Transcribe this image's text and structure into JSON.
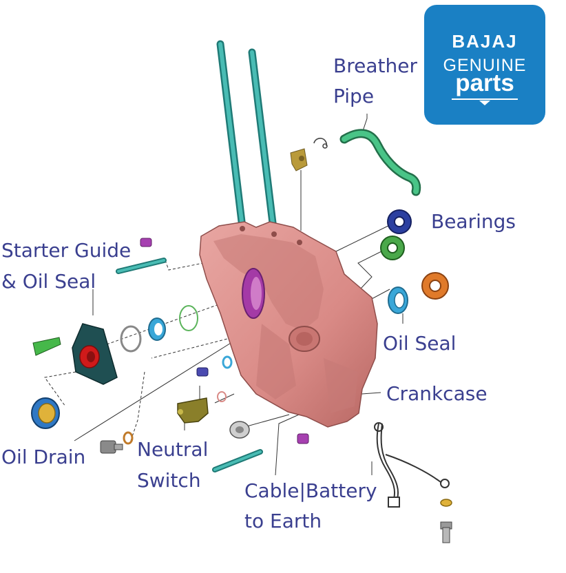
{
  "logo": {
    "brand": "BAJAJ",
    "line2": "GENUINE",
    "line3": "parts",
    "background": "#1a80c4"
  },
  "labels": {
    "breather_pipe": [
      "Breather",
      "Pipe"
    ],
    "bearings": "Bearings",
    "starter_guide": [
      "Starter Guide",
      "& Oil Seal"
    ],
    "oil_seal": "Oil Seal",
    "crankcase": "Crankcase",
    "oil_drain": "Oil Drain",
    "neutral_switch": [
      "Neutral",
      "Switch"
    ],
    "cable_battery": [
      "Cable|Battery",
      "to Earth"
    ]
  },
  "colors": {
    "label_text": "#3a3f8f",
    "crankcase": "#d98a86",
    "pushrod": "#3aa7a0",
    "breather": "#3bb07a",
    "bearing_blue": "#2b3fa0",
    "bearing_green": "#4aa84a",
    "bearing_orange": "#e07a2a",
    "oil_seal": "#3aa7d8",
    "starter_housing": "#1f4f52",
    "starter_red": "#d01a1a"
  },
  "icons": [
    "crankcase-part",
    "pushrod",
    "breather-pipe",
    "bearing",
    "oil-seal",
    "bolt",
    "washer",
    "starter-guide",
    "neutral-switch",
    "earth-cable"
  ]
}
